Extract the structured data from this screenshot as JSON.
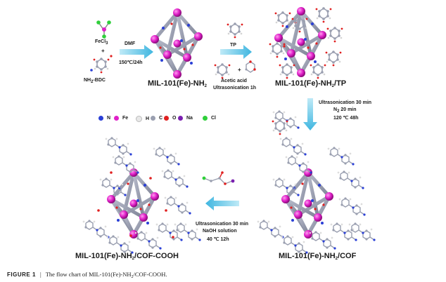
{
  "reactants": {
    "fecl3": "FeCl",
    "fecl3_sub": "3",
    "plus": "+",
    "bdc": "NH",
    "bdc_sub": "2",
    "bdc_rest": "-BDC"
  },
  "step1": {
    "solvent": "DMF",
    "condition": "150℃/24h"
  },
  "step2": {
    "reagent": "TP",
    "plus": "+",
    "acid": "Acetic acid",
    "condition": "Ultrasonication 1h"
  },
  "step3": {
    "line1": "Ultrasonication 30 min",
    "line2a": "N",
    "line2sub": "2",
    "line2b": " 20 min",
    "line3": "120 ℃ 48h"
  },
  "step4": {
    "line1": "Ultrasonication 30 min",
    "line2": "NaOH solution",
    "line3": "40 ℃ 12h"
  },
  "products": {
    "p1a": "MIL-101(Fe)-NH",
    "p1sub": "2",
    "p2a": "MIL-101(Fe)-NH",
    "p2sub": "2",
    "p2b": "/TP",
    "p3a": "MIL-101(Fe)-NH",
    "p3sub": "2",
    "p3b": "/COF",
    "p4a": "MIL-101(Fe)-NH",
    "p4sub": "2",
    "p4b": "/COF-COOH"
  },
  "legend": [
    {
      "label": "N",
      "color": "#2a3fd6"
    },
    {
      "label": "Fe",
      "color": "#e020c8"
    },
    {
      "label": "H",
      "color": "#e8e8e8"
    },
    {
      "label": "C",
      "color": "#9a9fb0"
    },
    {
      "label": "O",
      "color": "#e02020"
    },
    {
      "label": "Na",
      "color": "#7a1fb0"
    },
    {
      "label": "Cl",
      "color": "#2fcf3a"
    }
  ],
  "caption": {
    "fig": "FIGURE 1",
    "sep": "|",
    "text1": "The flow chart of MIL-101(Fe)-NH",
    "sub": "2",
    "text2": "/COF-COOH."
  }
}
